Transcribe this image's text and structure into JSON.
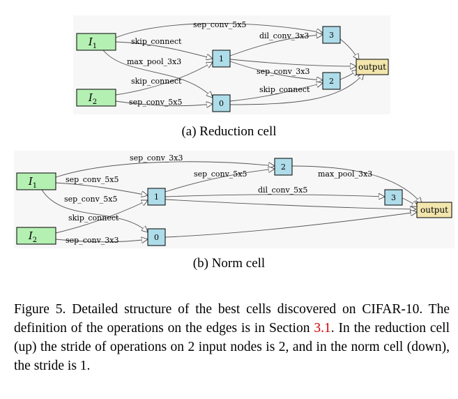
{
  "reduction_cell": {
    "caption": "(a) Reduction cell",
    "nodes": {
      "in1": {
        "main": "I",
        "sub": "1"
      },
      "in2": {
        "main": "I",
        "sub": "2"
      },
      "n0": "0",
      "n1": "1",
      "n2": "2",
      "n3": "3",
      "output": "output"
    },
    "edges": {
      "in1_n3": "sep_conv_5x5",
      "in1_n1": "skip_connect",
      "in1_n0": "max_pool_3x3",
      "in2_n1": "skip_connect",
      "in2_n0": "sep_conv_5x5",
      "n1_n3": "dil_conv_3x3",
      "n1_n2": "sep_conv_3x3",
      "n0_n2": "skip_connect"
    }
  },
  "norm_cell": {
    "caption": "(b) Norm cell",
    "nodes": {
      "in1": {
        "main": "I",
        "sub": "1"
      },
      "in2": {
        "main": "I",
        "sub": "2"
      },
      "n0": "0",
      "n1": "1",
      "n2": "2",
      "n3": "3",
      "output": "output"
    },
    "edges": {
      "in1_n2": "sep_conv_3x3",
      "in1_n1": "sep_conv_5x5",
      "in1_n0": "sep_conv_5x5",
      "in2_n1": "skip_connect",
      "in2_n0": "sep_conv_3x3",
      "n1_n2": "sep_conv_5x5",
      "n2_out": "max_pool_3x3",
      "n1_n3": "dil_conv_5x5"
    }
  },
  "figure_caption": {
    "before_ref": "Figure 5. Detailed structure of the best cells discovered on CIFAR-10. The definition of the operations on the edges is in Section ",
    "ref": "3.1",
    "after_ref": ". In the reduction cell (up) the stride of operations on 2 input nodes is 2, and in the norm cell (down), the stride is 1."
  }
}
